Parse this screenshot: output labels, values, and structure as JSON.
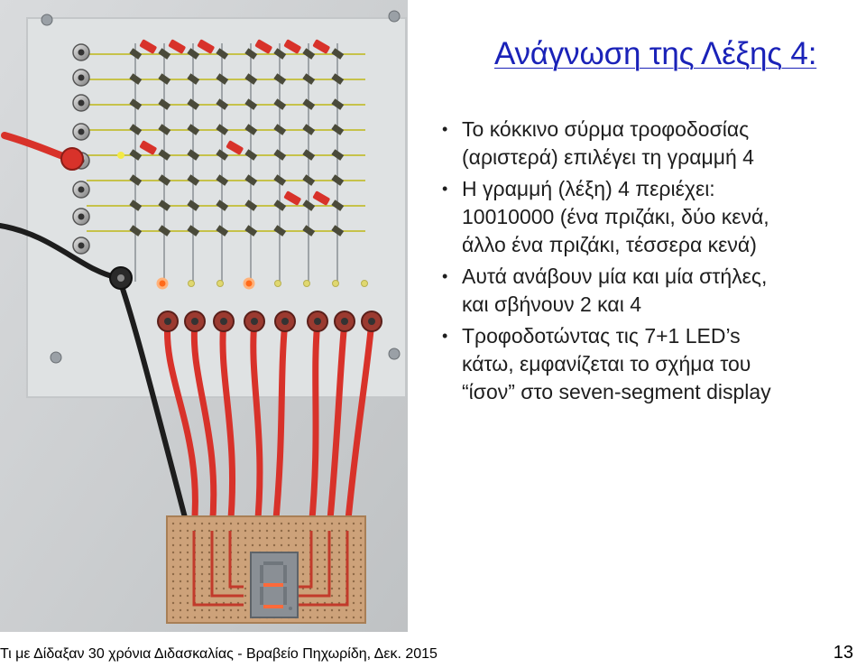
{
  "slide": {
    "title": "Ανάγνωση της Λέξης 4:",
    "bullets": [
      {
        "lines": [
          "Το κόκκινο σύρμα τροφοδοσίας",
          "(αριστερά) επιλέγει τη γραμμή 4"
        ]
      },
      {
        "lines": [
          "Η γραμμή (λέξη) 4 περιέχει:",
          "10010000 (ένα πριζάκι, δύο κενά,",
          "άλλο ένα πριζάκι, τέσσερα κενά)"
        ]
      },
      {
        "lines": [
          "Αυτά ανάβουν μία και μία στήλες,",
          "και σβήνουν 2 και 4"
        ]
      },
      {
        "lines": [
          "Τροφοδοτώντας τις 7+1 LED’s",
          "κάτω, εμφανίζεται το σχήμα του",
          "“ίσον” στο seven-segment display"
        ]
      }
    ],
    "bullet_glyph": "•",
    "footer": "Τι με Δίδαξαν 30 χρόνια Διδασκαλίας - Βραβείο Πηχωρίδη, Δεκ. 2015",
    "page_number": "13"
  },
  "colors": {
    "title": "#1a22b8",
    "text": "#1e1e1e",
    "wire_red": "#d8322a",
    "board_background": "#cfd1d3"
  },
  "photo": {
    "word_row_bits": "10010000",
    "selected_row": 4,
    "lit_display_segments": [
      "d",
      "g"
    ]
  }
}
